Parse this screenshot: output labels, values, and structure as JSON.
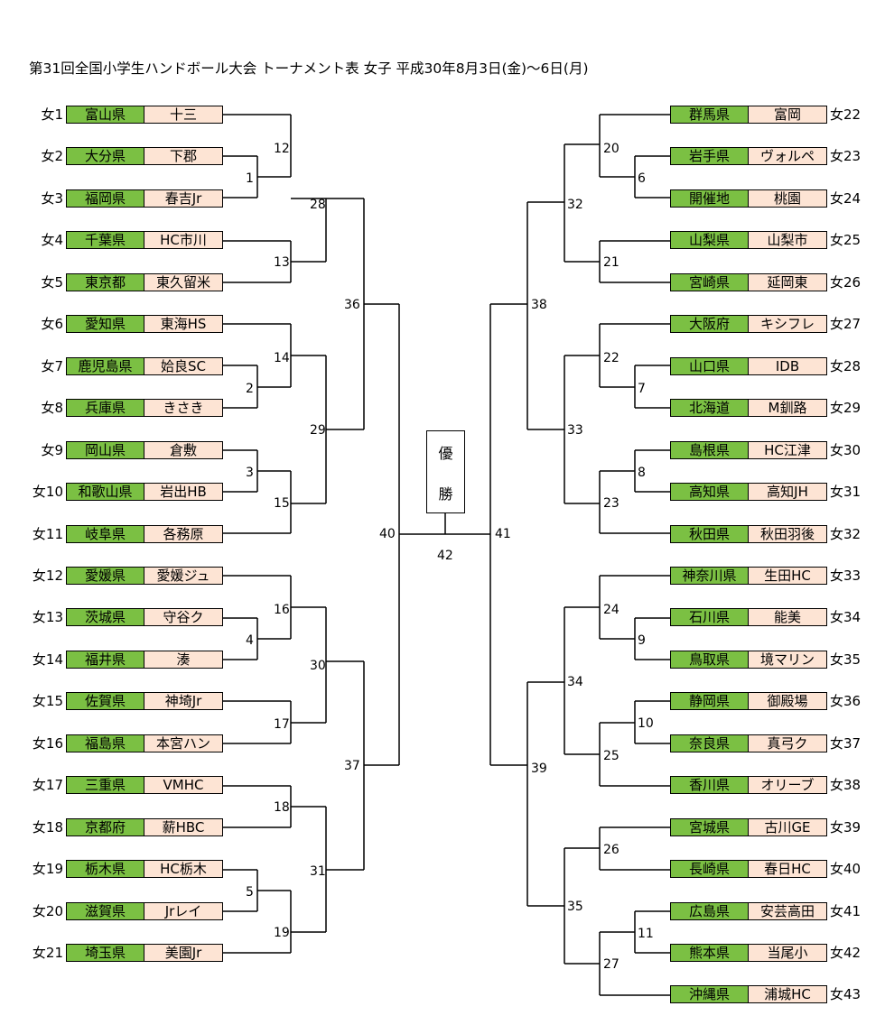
{
  "title": "第31回全国小学生ハンドボール大会 トーナメント表 女子 平成30年8月3日(金)～6日(月)",
  "champion": {
    "char1": "優",
    "char2": "勝"
  },
  "left_teams": [
    {
      "seed": "女1",
      "pref": "富山県",
      "club": "十三"
    },
    {
      "seed": "女2",
      "pref": "大分県",
      "club": "下郡"
    },
    {
      "seed": "女3",
      "pref": "福岡県",
      "club": "春吉Jr"
    },
    {
      "seed": "女4",
      "pref": "千葉県",
      "club": "HC市川"
    },
    {
      "seed": "女5",
      "pref": "東京都",
      "club": "東久留米"
    },
    {
      "seed": "女6",
      "pref": "愛知県",
      "club": "東海HS"
    },
    {
      "seed": "女7",
      "pref": "鹿児島県",
      "club": "姶良SC"
    },
    {
      "seed": "女8",
      "pref": "兵庫県",
      "club": "きさき"
    },
    {
      "seed": "女9",
      "pref": "岡山県",
      "club": "倉敷"
    },
    {
      "seed": "女10",
      "pref": "和歌山県",
      "club": "岩出HB"
    },
    {
      "seed": "女11",
      "pref": "岐阜県",
      "club": "各務原"
    },
    {
      "seed": "女12",
      "pref": "愛媛県",
      "club": "愛媛ジュ"
    },
    {
      "seed": "女13",
      "pref": "茨城県",
      "club": "守谷ク"
    },
    {
      "seed": "女14",
      "pref": "福井県",
      "club": "湊"
    },
    {
      "seed": "女15",
      "pref": "佐賀県",
      "club": "神埼Jr"
    },
    {
      "seed": "女16",
      "pref": "福島県",
      "club": "本宮ハン"
    },
    {
      "seed": "女17",
      "pref": "三重県",
      "club": "VMHC"
    },
    {
      "seed": "女18",
      "pref": "京都府",
      "club": "薪HBC"
    },
    {
      "seed": "女19",
      "pref": "栃木県",
      "club": "HC栃木"
    },
    {
      "seed": "女20",
      "pref": "滋賀県",
      "club": "Jrレイ"
    },
    {
      "seed": "女21",
      "pref": "埼玉県",
      "club": "美園Jr"
    }
  ],
  "right_teams": [
    {
      "seed": "女22",
      "pref": "群馬県",
      "club": "富岡"
    },
    {
      "seed": "女23",
      "pref": "岩手県",
      "club": "ヴォルペ"
    },
    {
      "seed": "女24",
      "pref": "開催地",
      "club": "桃園"
    },
    {
      "seed": "女25",
      "pref": "山梨県",
      "club": "山梨市"
    },
    {
      "seed": "女26",
      "pref": "宮崎県",
      "club": "延岡東"
    },
    {
      "seed": "女27",
      "pref": "大阪府",
      "club": "キシフレ"
    },
    {
      "seed": "女28",
      "pref": "山口県",
      "club": "IDB"
    },
    {
      "seed": "女29",
      "pref": "北海道",
      "club": "M釧路"
    },
    {
      "seed": "女30",
      "pref": "島根県",
      "club": "HC江津"
    },
    {
      "seed": "女31",
      "pref": "高知県",
      "club": "高知JH"
    },
    {
      "seed": "女32",
      "pref": "秋田県",
      "club": "秋田羽後"
    },
    {
      "seed": "女33",
      "pref": "神奈川県",
      "club": "生田HC"
    },
    {
      "seed": "女34",
      "pref": "石川県",
      "club": "能美"
    },
    {
      "seed": "女35",
      "pref": "鳥取県",
      "club": "境マリン"
    },
    {
      "seed": "女36",
      "pref": "静岡県",
      "club": "御殿場"
    },
    {
      "seed": "女37",
      "pref": "奈良県",
      "club": "真弓ク"
    },
    {
      "seed": "女38",
      "pref": "香川県",
      "club": "オリーブ"
    },
    {
      "seed": "女39",
      "pref": "宮城県",
      "club": "古川GE"
    },
    {
      "seed": "女40",
      "pref": "長崎県",
      "club": "春日HC"
    },
    {
      "seed": "女41",
      "pref": "広島県",
      "club": "安芸高田"
    },
    {
      "seed": "女42",
      "pref": "熊本県",
      "club": "当尾小"
    },
    {
      "seed": "女43",
      "pref": "沖縄県",
      "club": "浦城HC"
    }
  ],
  "match_numbers": {
    "m1": "1",
    "m2": "2",
    "m3": "3",
    "m4": "4",
    "m5": "5",
    "m6": "6",
    "m7": "7",
    "m8": "8",
    "m9": "9",
    "m10": "10",
    "m11": "11",
    "m12": "12",
    "m13": "13",
    "m14": "14",
    "m15": "15",
    "m16": "16",
    "m17": "17",
    "m18": "18",
    "m19": "19",
    "m20": "20",
    "m21": "21",
    "m22": "22",
    "m23": "23",
    "m24": "24",
    "m25": "25",
    "m26": "26",
    "m27": "27",
    "m28": "28",
    "m29": "29",
    "m30": "30",
    "m31": "31",
    "m32": "32",
    "m33": "33",
    "m34": "34",
    "m35": "35",
    "m36": "36",
    "m37": "37",
    "m38": "38",
    "m39": "39",
    "m40": "40",
    "m41": "41",
    "m42": "42"
  }
}
